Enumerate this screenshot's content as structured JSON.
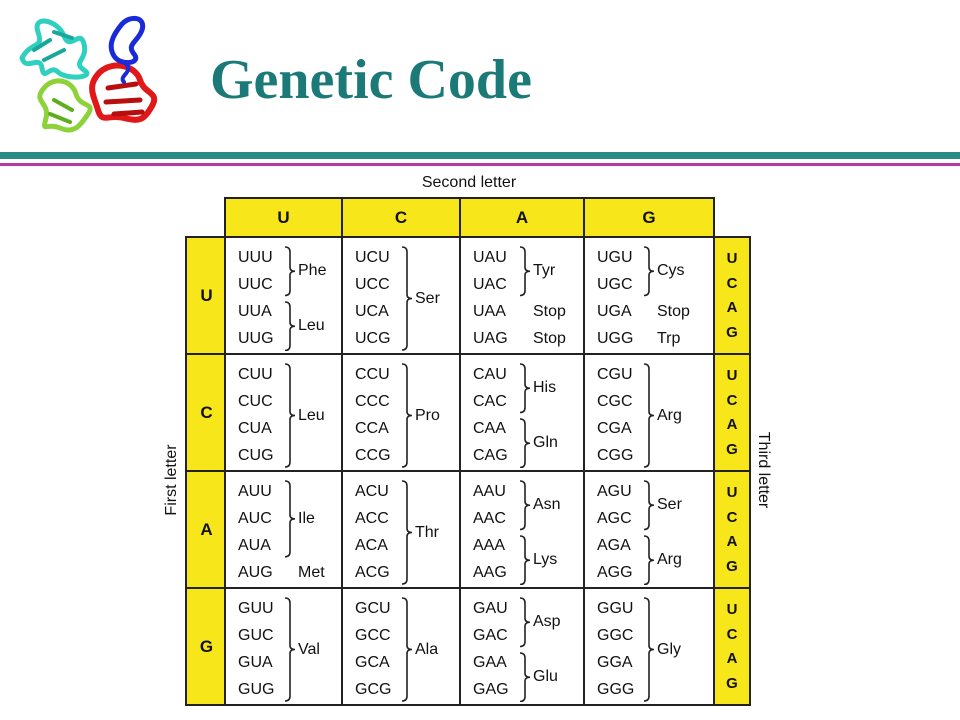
{
  "title": "Genetic Code",
  "logo_icon": "protein-ribbon-structure",
  "colors": {
    "title": "#1b7a78",
    "header_fill": "#f7e61a",
    "rule_teal": "#2a8a84",
    "rule_magenta": "#b83aa0"
  },
  "table": {
    "second_letter_label": "Second letter",
    "first_letter_label": "First letter",
    "third_letter_label": "Third letter",
    "columns": [
      "U",
      "C",
      "A",
      "G"
    ],
    "rows": [
      "U",
      "C",
      "A",
      "G"
    ],
    "third_letters": [
      "U",
      "C",
      "A",
      "G"
    ],
    "cells": [
      [
        {
          "codons": [
            "UUU",
            "UUC",
            "UUA",
            "UUG"
          ],
          "groups": [
            {
              "from": 0,
              "to": 1,
              "aa": "Phe"
            },
            {
              "from": 2,
              "to": 3,
              "aa": "Leu"
            }
          ]
        },
        {
          "codons": [
            "UCU",
            "UCC",
            "UCA",
            "UCG"
          ],
          "groups": [
            {
              "from": 0,
              "to": 3,
              "aa": "Ser"
            }
          ]
        },
        {
          "codons": [
            "UAU",
            "UAC",
            "UAA",
            "UAG"
          ],
          "groups": [
            {
              "from": 0,
              "to": 1,
              "aa": "Tyr"
            },
            {
              "from": 2,
              "to": 2,
              "aa": "Stop"
            },
            {
              "from": 3,
              "to": 3,
              "aa": "Stop"
            }
          ]
        },
        {
          "codons": [
            "UGU",
            "UGC",
            "UGA",
            "UGG"
          ],
          "groups": [
            {
              "from": 0,
              "to": 1,
              "aa": "Cys"
            },
            {
              "from": 2,
              "to": 2,
              "aa": "Stop"
            },
            {
              "from": 3,
              "to": 3,
              "aa": "Trp"
            }
          ]
        }
      ],
      [
        {
          "codons": [
            "CUU",
            "CUC",
            "CUA",
            "CUG"
          ],
          "groups": [
            {
              "from": 0,
              "to": 3,
              "aa": "Leu"
            }
          ]
        },
        {
          "codons": [
            "CCU",
            "CCC",
            "CCA",
            "CCG"
          ],
          "groups": [
            {
              "from": 0,
              "to": 3,
              "aa": "Pro"
            }
          ]
        },
        {
          "codons": [
            "CAU",
            "CAC",
            "CAA",
            "CAG"
          ],
          "groups": [
            {
              "from": 0,
              "to": 1,
              "aa": "His"
            },
            {
              "from": 2,
              "to": 3,
              "aa": "Gln"
            }
          ]
        },
        {
          "codons": [
            "CGU",
            "CGC",
            "CGA",
            "CGG"
          ],
          "groups": [
            {
              "from": 0,
              "to": 3,
              "aa": "Arg"
            }
          ]
        }
      ],
      [
        {
          "codons": [
            "AUU",
            "AUC",
            "AUA",
            "AUG"
          ],
          "groups": [
            {
              "from": 0,
              "to": 2,
              "aa": "Ile"
            },
            {
              "from": 3,
              "to": 3,
              "aa": "Met"
            }
          ]
        },
        {
          "codons": [
            "ACU",
            "ACC",
            "ACA",
            "ACG"
          ],
          "groups": [
            {
              "from": 0,
              "to": 3,
              "aa": "Thr"
            }
          ]
        },
        {
          "codons": [
            "AAU",
            "AAC",
            "AAA",
            "AAG"
          ],
          "groups": [
            {
              "from": 0,
              "to": 1,
              "aa": "Asn"
            },
            {
              "from": 2,
              "to": 3,
              "aa": "Lys"
            }
          ]
        },
        {
          "codons": [
            "AGU",
            "AGC",
            "AGA",
            "AGG"
          ],
          "groups": [
            {
              "from": 0,
              "to": 1,
              "aa": "Ser"
            },
            {
              "from": 2,
              "to": 3,
              "aa": "Arg"
            }
          ]
        }
      ],
      [
        {
          "codons": [
            "GUU",
            "GUC",
            "GUA",
            "GUG"
          ],
          "groups": [
            {
              "from": 0,
              "to": 3,
              "aa": "Val"
            }
          ]
        },
        {
          "codons": [
            "GCU",
            "GCC",
            "GCA",
            "GCG"
          ],
          "groups": [
            {
              "from": 0,
              "to": 3,
              "aa": "Ala"
            }
          ]
        },
        {
          "codons": [
            "GAU",
            "GAC",
            "GAA",
            "GAG"
          ],
          "groups": [
            {
              "from": 0,
              "to": 1,
              "aa": "Asp"
            },
            {
              "from": 2,
              "to": 3,
              "aa": "Glu"
            }
          ]
        },
        {
          "codons": [
            "GGU",
            "GGC",
            "GGA",
            "GGG"
          ],
          "groups": [
            {
              "from": 0,
              "to": 3,
              "aa": "Gly"
            }
          ]
        }
      ]
    ]
  }
}
